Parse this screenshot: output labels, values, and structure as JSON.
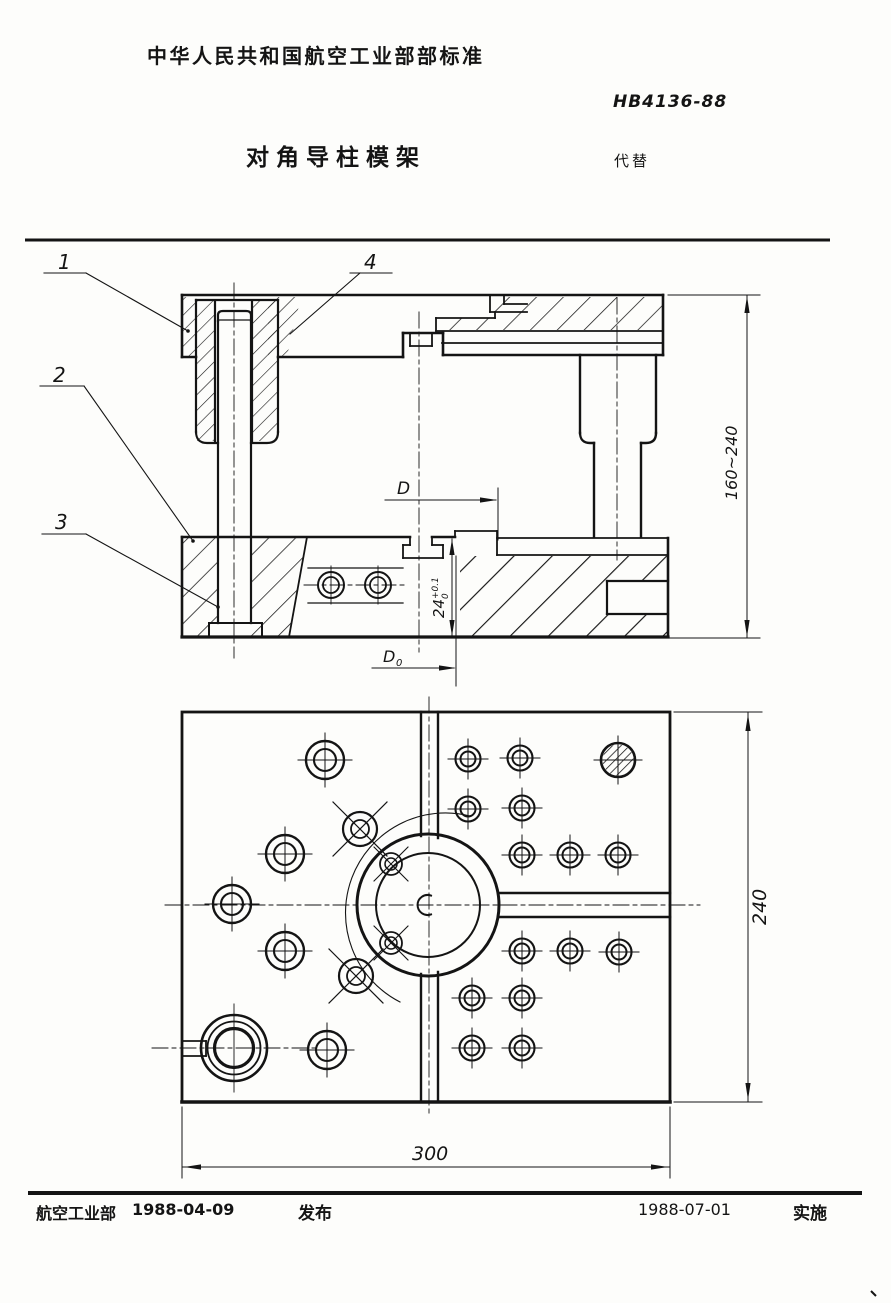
{
  "header": {
    "standard_org_title": "中华人民共和国航空工业部部标准",
    "standard_number": "HB4136-88",
    "document_title": "对角导柱模架",
    "replaces_label": "代替"
  },
  "drawing": {
    "part_labels": {
      "p1": "1",
      "p2": "2",
      "p3": "3",
      "p4": "4"
    },
    "dimensions": {
      "d": "D",
      "d0_base": "D",
      "d0_sub": "0",
      "depth_base": "24",
      "depth_tol_upper": "+0.1",
      "depth_tol_lower": "0",
      "height_range": "160~240",
      "plan_width": "300",
      "plan_height": "240"
    }
  },
  "footer": {
    "issuing_org": "航空工业部",
    "issue_date": "1988-04-09",
    "issue_label": "发布",
    "effective_date": "1988-07-01",
    "effective_label": "实施"
  }
}
